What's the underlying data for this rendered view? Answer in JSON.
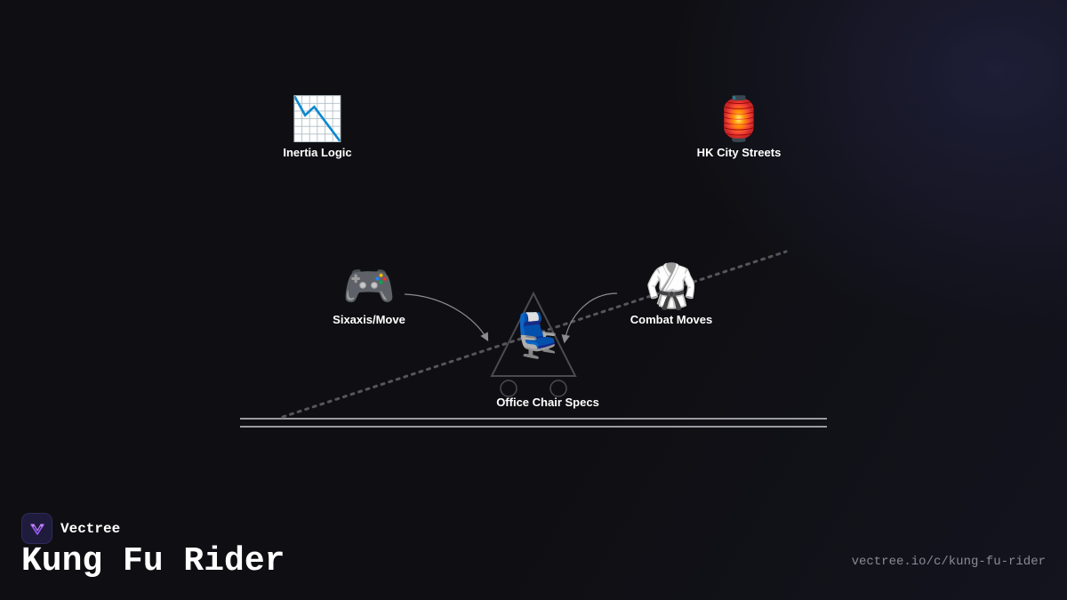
{
  "diagram": {
    "nodes": {
      "inertia": {
        "emoji": "📉",
        "label": "Inertia Logic"
      },
      "streets": {
        "emoji": "🏮",
        "label": "HK City Streets"
      },
      "sixaxis": {
        "emoji": "🎮",
        "label": "Sixaxis/Move"
      },
      "combat": {
        "emoji": "🥋",
        "label": "Combat Moves"
      },
      "chair": {
        "emoji": "💺",
        "label": "Office Chair Specs"
      }
    },
    "colors": {
      "ground": "#9a9aa2",
      "ramp": "#55555c",
      "connector": "#8c8c94",
      "chair_outline": "#4a4a52"
    }
  },
  "footer": {
    "brand": "Vectree",
    "title": "Kung Fu Rider",
    "url": "vectree.io/c/kung-fu-rider",
    "logo_icon": "vectree-logo-icon",
    "logo_color": "#a259ff"
  }
}
